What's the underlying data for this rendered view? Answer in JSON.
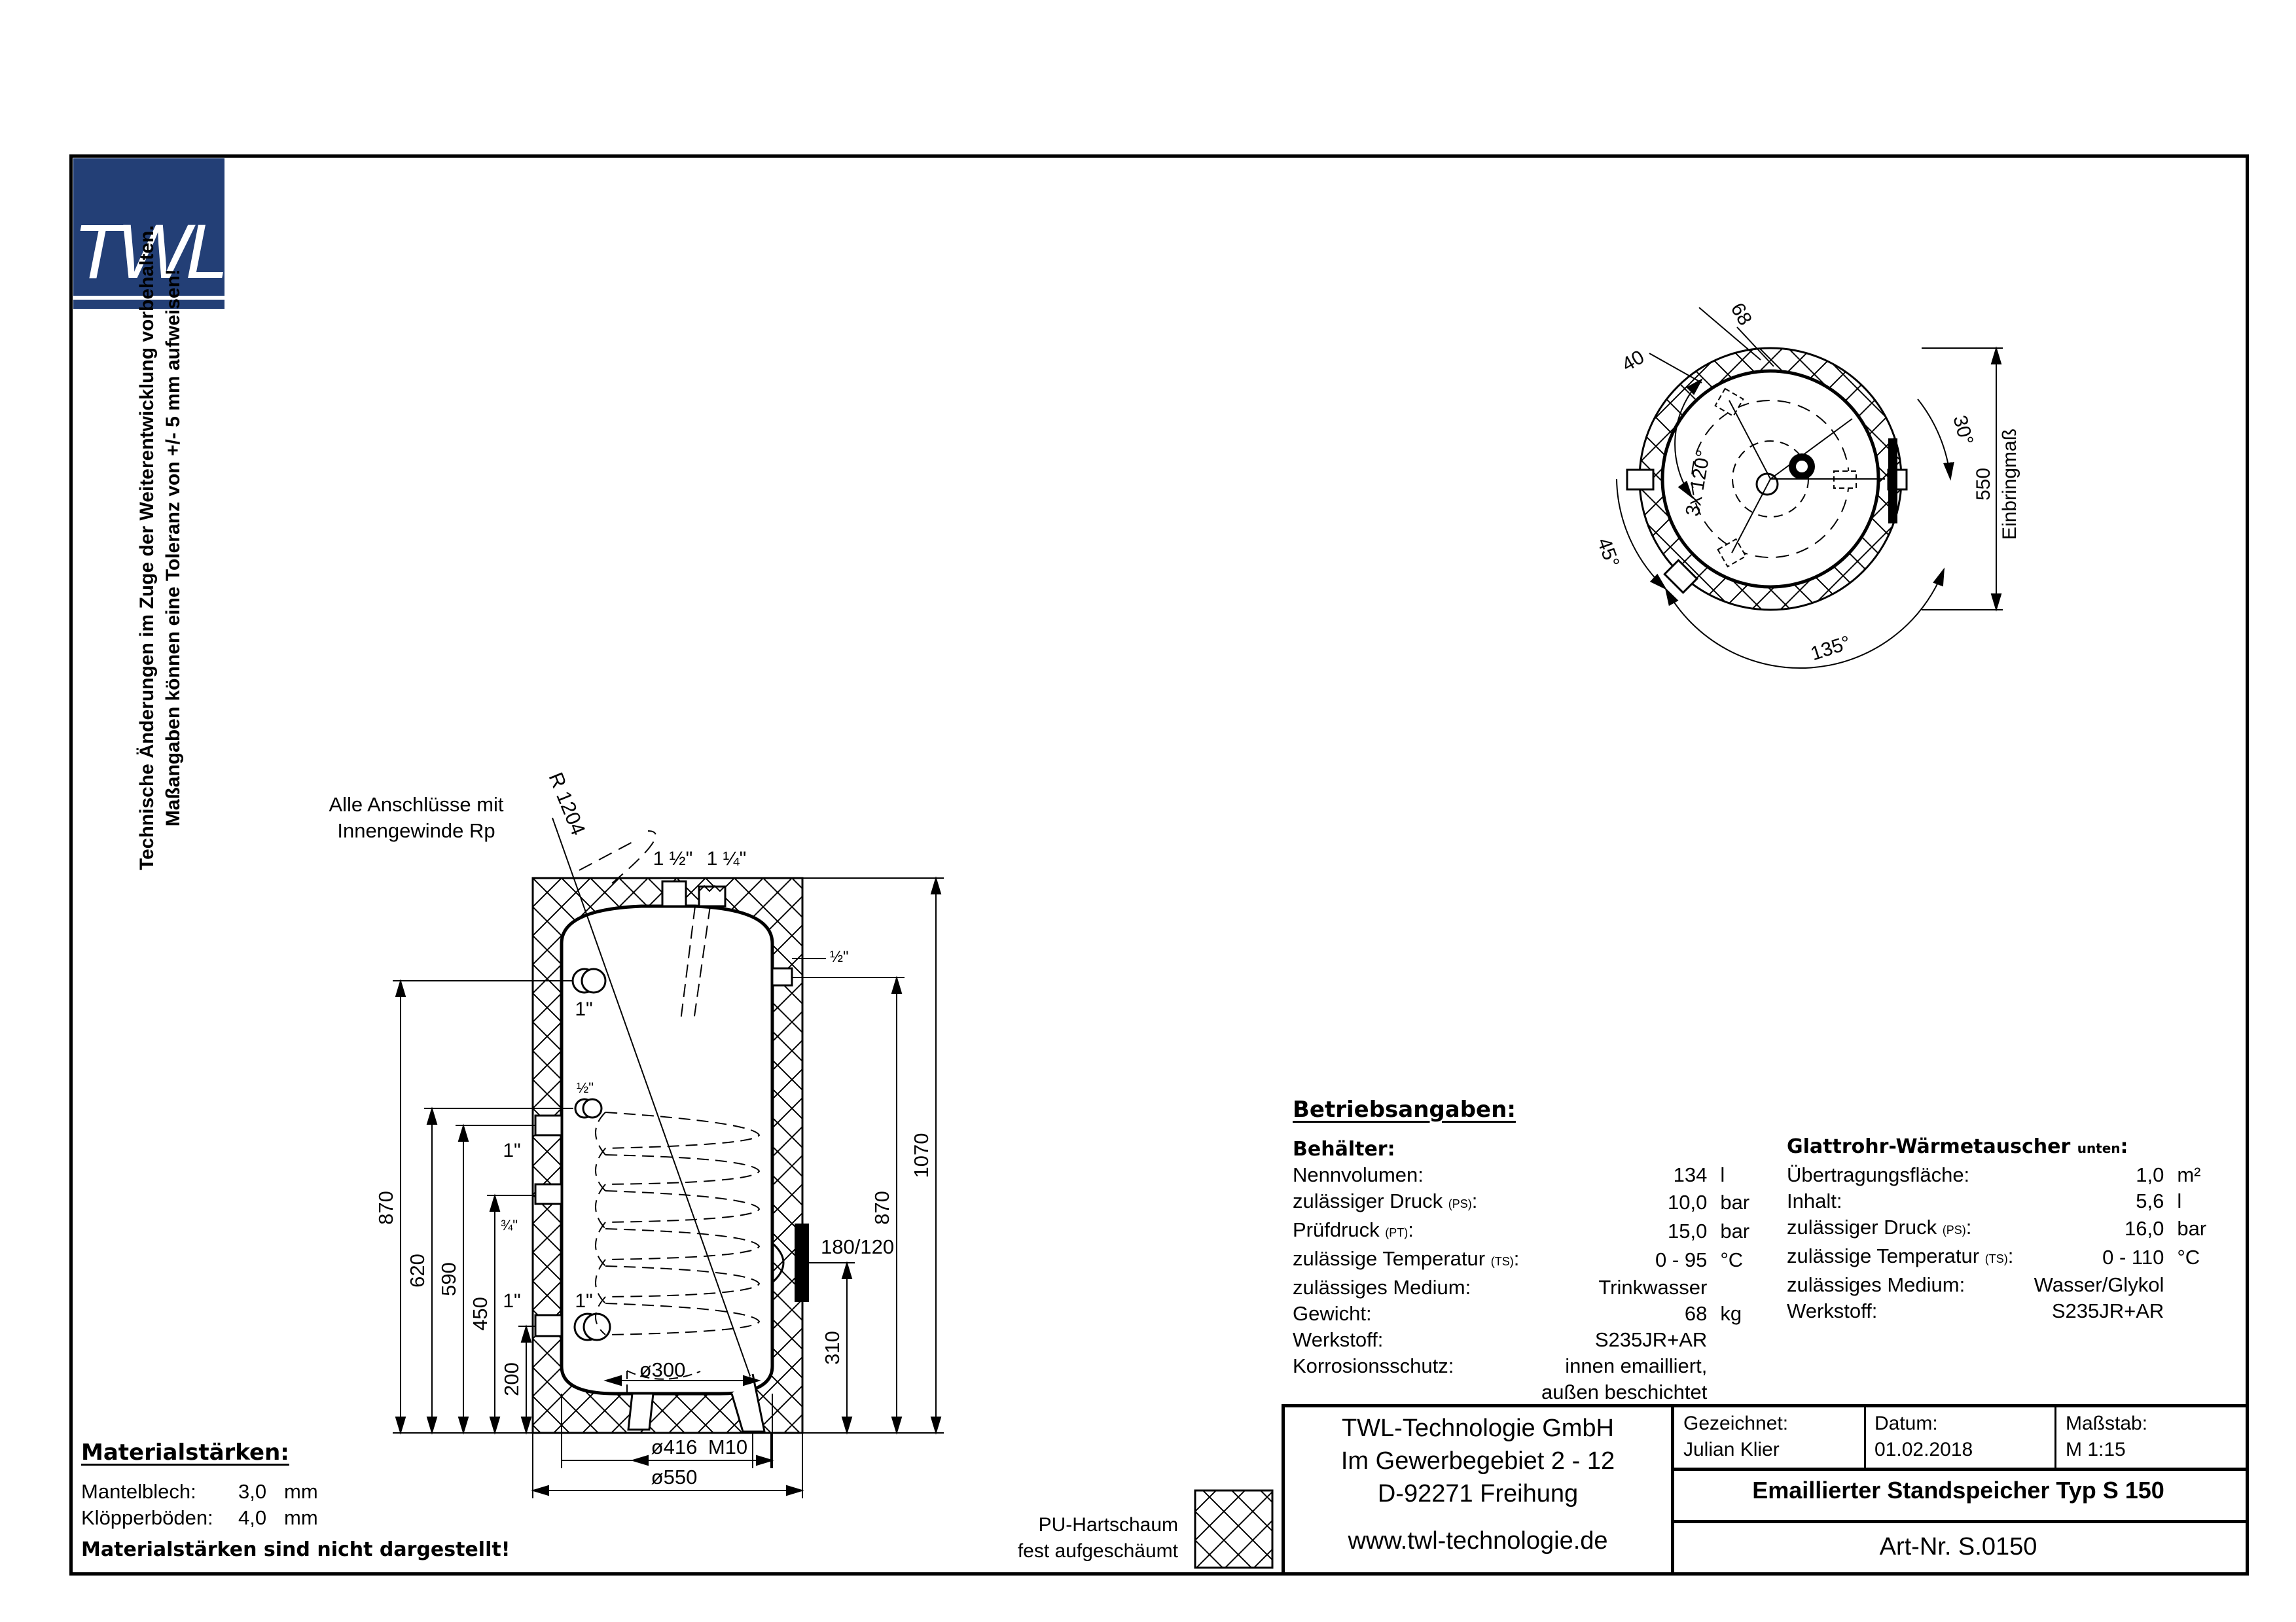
{
  "logo": {
    "text": "TWL",
    "color": "#233f76"
  },
  "side_note": {
    "line1": "Technische Änderungen im Zuge der Weiterentwicklung vorbehalten.",
    "line2": "Maßangaben können eine Toleranz von +/- 5 mm aufweisen!"
  },
  "tank_drawing": {
    "note_line1": "Alle Anschlüsse mit",
    "note_line2": "Innengewinde Rp",
    "radius": "R 1204",
    "top_conn_1": "1 ½\"",
    "top_conn_2": "1 ¼\"",
    "side_half": "½\"",
    "conn_1in_top": "1\"",
    "conn_half": "½\"",
    "conn_1in_mid": "1\"",
    "conn_3_4": "¾\"",
    "conn_1in_low": "1\"",
    "conn_1in_low2": "1\"",
    "flange": "180/120",
    "d_coil": "ø300",
    "d_inner": "ø416",
    "thread": "M10",
    "d_outer": "ø550",
    "dim_870_left": "870",
    "dim_620": "620",
    "dim_590": "590",
    "dim_450": "450",
    "dim_200": "200",
    "dim_870_right": "870",
    "dim_1070": "1070",
    "dim_310": "310"
  },
  "top_view": {
    "d68": "68",
    "d40": "40",
    "a30": "30°",
    "a120": "3x 120°",
    "d550": "550",
    "label_einbring": "Einbringmaß",
    "a45": "45°",
    "a135": "135°"
  },
  "material": {
    "title": "Materialstärken:",
    "rows": [
      {
        "label": "Mantelblech:",
        "value": "3,0",
        "unit": "mm"
      },
      {
        "label": "Klöpperböden:",
        "value": "4,0",
        "unit": "mm"
      }
    ],
    "note": "Materialstärken sind nicht dargestellt!"
  },
  "insulation_legend": {
    "line1": "PU-Hartschaum",
    "line2": "fest aufgeschäumt"
  },
  "specs": {
    "title": "Betriebsangaben:",
    "tank_title": "Behälter:",
    "tank_rows": [
      {
        "label": "Nennvolumen:",
        "sub": "",
        "value": "134",
        "unit": "l"
      },
      {
        "label": "zulässiger Druck",
        "sub": "(PS)",
        "value": "10,0",
        "unit": "bar"
      },
      {
        "label": "Prüfdruck",
        "sub": "(PT)",
        "value": "15,0",
        "unit": "bar"
      },
      {
        "label": "zulässige Temperatur",
        "sub": "(TS)",
        "value": "0 - 95",
        "unit": "°C"
      },
      {
        "label": "zulässiges Medium:",
        "sub": "",
        "value": "Trinkwasser",
        "unit": ""
      },
      {
        "label": "Gewicht:",
        "sub": "",
        "value": "68",
        "unit": "kg"
      },
      {
        "label": "Werkstoff:",
        "sub": "",
        "value": "S235JR+AR",
        "unit": ""
      },
      {
        "label": "Korrosionsschutz:",
        "sub": "",
        "value": "innen emailliert,",
        "unit": ""
      },
      {
        "label": "",
        "sub": "",
        "value": "außen beschichtet",
        "unit": ""
      }
    ],
    "hx_title": "Glattrohr-Wärmetauscher",
    "hx_title_sub": "unten",
    "hx_rows": [
      {
        "label": "Übertragungsfläche:",
        "sub": "",
        "value": "1,0",
        "unit": "m²"
      },
      {
        "label": "Inhalt:",
        "sub": "",
        "value": "5,6",
        "unit": "l"
      },
      {
        "label": "zulässiger Druck",
        "sub": "(PS)",
        "value": "16,0",
        "unit": "bar"
      },
      {
        "label": "zulässige Temperatur",
        "sub": "(TS)",
        "value": "0 - 110",
        "unit": "°C"
      },
      {
        "label": "zulässiges Medium:",
        "sub": "",
        "value": "Wasser/Glykol",
        "unit": ""
      },
      {
        "label": "Werkstoff:",
        "sub": "",
        "value": "S235JR+AR",
        "unit": ""
      }
    ]
  },
  "title_block": {
    "company": "TWL-Technologie GmbH",
    "street": "Im Gewerbegebiet 2 - 12",
    "city": "D-92271 Freihung",
    "website": "www.twl-technologie.de",
    "drawn_label": "Gezeichnet:",
    "drawn_value": "Julian Klier",
    "date_label": "Datum:",
    "date_value": "01.02.2018",
    "scale_label": "Maßstab:",
    "scale_value": "M 1:15",
    "title": "Emaillierter Standspeicher Typ S 150",
    "art_no": "Art-Nr. S.0150"
  }
}
